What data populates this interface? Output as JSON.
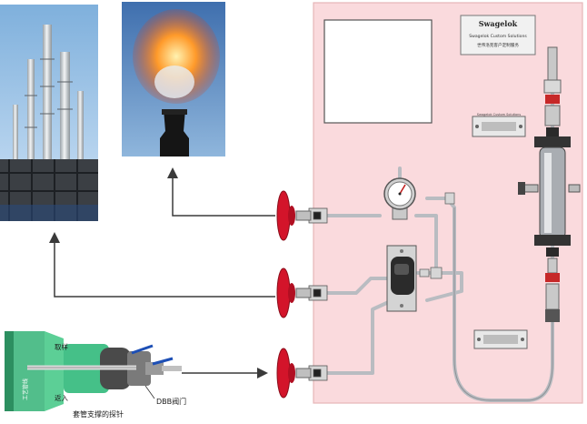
{
  "logo": {
    "brand": "Swagelok",
    "line1": "Swagelok Custom Solutions",
    "line2": "世伟洛克客户定制服务"
  },
  "bracket_label": "Swagelok Custom Solutions",
  "probe": {
    "pipe_label": "工艺管线",
    "sample_label": "取样",
    "return_label": "返入",
    "probe_label": "套管支撑的探针",
    "valve_label": "DBB阀门"
  },
  "colors": {
    "panel": "#fadadd",
    "panel_border": "#e6b6b8",
    "flange": "#d3142a",
    "tube": "#b9bcc1",
    "arrow": "#3a3a3a",
    "process_pipe": "#3fb77e"
  }
}
